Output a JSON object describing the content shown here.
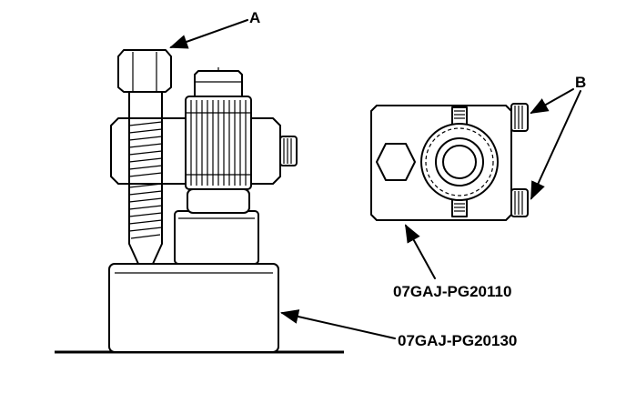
{
  "callouts": {
    "a": "A",
    "b": "B",
    "bracket_part": "07GAJ-PG20110",
    "base_part": "07GAJ-PG20130"
  },
  "colors": {
    "ink": "#000000",
    "background": "#ffffff"
  }
}
